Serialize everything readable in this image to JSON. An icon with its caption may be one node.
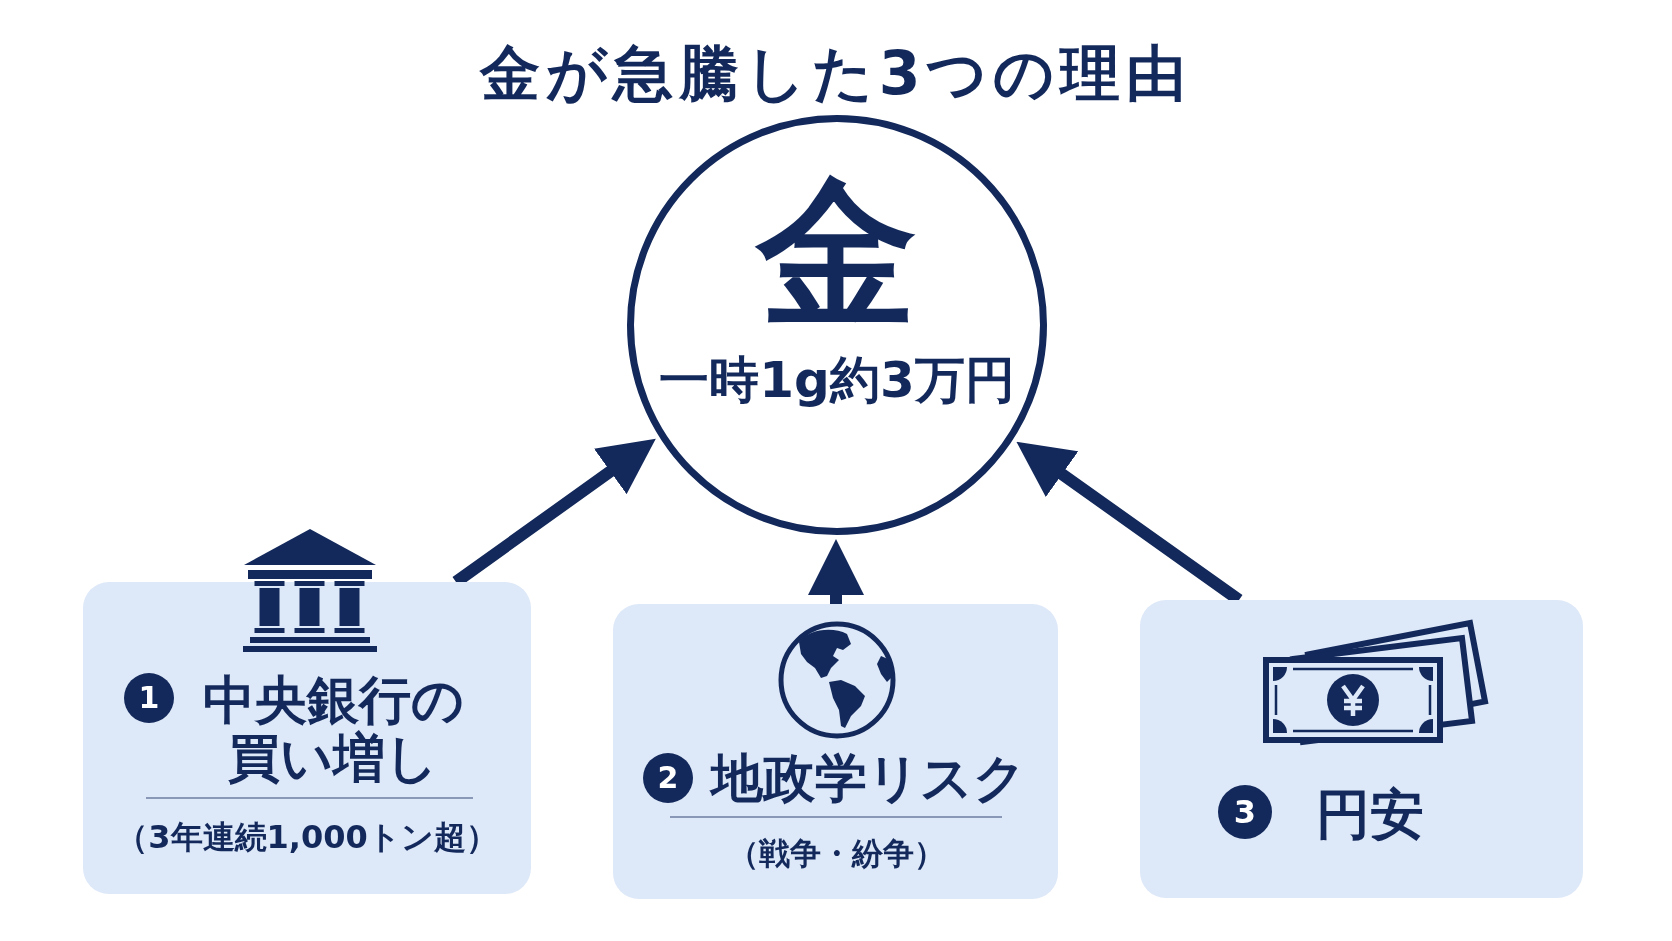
{
  "diagram": {
    "title": "金が急騰した3つの理由",
    "nodes": [
      {
        "text": [
          "金",
          "一時1g約3万円"
        ]
      },
      {
        "text": [
          "1",
          "中央銀行の買い増し",
          "（3年連続1,000トン超）"
        ]
      },
      {
        "text": [
          "2",
          "地政学リスク",
          "（戦争・紛争）"
        ]
      },
      {
        "text": [
          "3",
          "円安"
        ]
      }
    ],
    "edges": [
      {
        "from": 1,
        "to": 0,
        "arrow": "to"
      },
      {
        "from": 2,
        "to": 0,
        "arrow": "to"
      },
      {
        "from": 3,
        "to": 0,
        "arrow": "to"
      }
    ]
  }
}
